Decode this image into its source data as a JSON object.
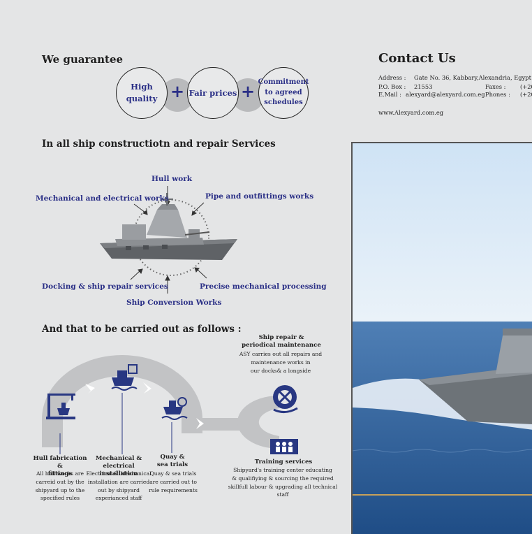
{
  "guarantee": {
    "title": "We guarantee",
    "item1": "High quality",
    "item2": "Fair prices",
    "item3_line1": "Commitment",
    "item3_line2": "to agreed",
    "item3_line3": "schedules",
    "plus": "+"
  },
  "contact": {
    "title": "Contact Us",
    "address_label": "Address :",
    "address_value": "Gate No. 36, Kabbary,Alexandria, Egypt",
    "pobox_label": "P.O. Box :",
    "pobox_value": "21553",
    "faxes_label": "Faxes :",
    "faxes_value": "(+20",
    "email_label": "E.Mail :",
    "email_value": "alexyard@alexyard.com.eg",
    "phones_label": "Phones :",
    "phones_value": "(+20",
    "website": "www.Alexyard.com.eg"
  },
  "services": {
    "title": "In all ship constructiotn and repair Services",
    "hull": "Hull work",
    "mechanical": "Mechanical and electrical works",
    "pipe": "Pipe and outfittings works",
    "docking": "Docking & ship repair services",
    "precise": "Precise mechanical processing",
    "conversion": "Ship Conversion Works"
  },
  "process": {
    "title": "And that to be carried out as follows :",
    "stage1_title_line1": "Hull fabrication &",
    "stage1_title_line2": "fittings",
    "stage1_desc_line1": "All hull works are",
    "stage1_desc_line2": "carreid out by the",
    "stage1_desc_line3": "shipyard up to the",
    "stage1_desc_line4": "specified rules",
    "stage2_title_line1": "Mechanical & electrical",
    "stage2_title_line2": "installation",
    "stage2_desc_line1": "Electrical & Mechanical",
    "stage2_desc_line2": "installation are carried",
    "stage2_desc_line3": "out by shipyard",
    "stage2_desc_line4": "experianced staff",
    "stage3_title_line1": "Quay &",
    "stage3_title_line2": "sea trials",
    "stage3_desc_line1": "Quay & sea trials",
    "stage3_desc_line2": "are carried out to",
    "stage3_desc_line3": "rule requirements",
    "repair_title_line1": "Ship repair &",
    "repair_title_line2": "periodical maintenance",
    "repair_desc_line1": "ASY carries out all repairs and",
    "repair_desc_line2": "maintenance works in",
    "repair_desc_line3": "our docks& a longside",
    "training_title": "Training services",
    "training_desc_line1": "Shipyard's training center educating",
    "training_desc_line2": "& qualifiying & sourcing the required",
    "training_desc_line3": "skillfull labour & upgrading all technical staff"
  },
  "colors": {
    "background": "#e4e5e6",
    "accent_blue": "#2a2f86",
    "navy": "#1f2466",
    "sea": "#2f5f9c",
    "sky": "#dbe9f6"
  }
}
